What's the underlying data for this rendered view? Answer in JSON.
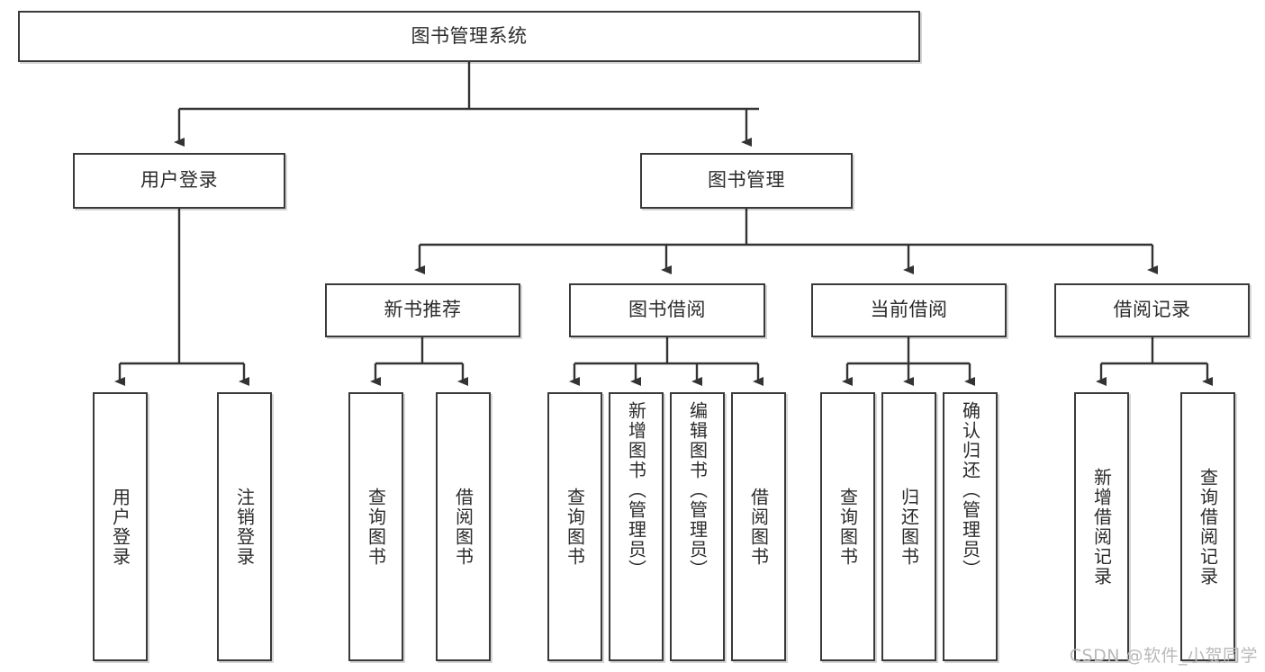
{
  "diagram": {
    "type": "tree-hierarchy",
    "root": {
      "id": "root",
      "label": "图书管理系统"
    },
    "level2": [
      {
        "id": "user-login",
        "label": "用户登录"
      },
      {
        "id": "book-manage",
        "label": "图书管理"
      }
    ],
    "level3": [
      {
        "id": "new-book-recommend",
        "label": "新书推荐"
      },
      {
        "id": "book-borrow",
        "label": "图书借阅"
      },
      {
        "id": "current-borrow",
        "label": "当前借阅"
      },
      {
        "id": "borrow-record",
        "label": "借阅记录"
      }
    ],
    "leaves": {
      "user_login": [
        {
          "id": "leaf-user-login",
          "label": "用户登录"
        },
        {
          "id": "leaf-logout",
          "label": "注销登录"
        }
      ],
      "new_book_recommend": [
        {
          "id": "leaf-query-book-1",
          "label": "查询图书"
        },
        {
          "id": "leaf-borrow-book-1",
          "label": "借阅图书"
        }
      ],
      "book_borrow": [
        {
          "id": "leaf-query-book-2",
          "label": "查询图书"
        },
        {
          "id": "leaf-add-book",
          "label": "新增图书（管理员）"
        },
        {
          "id": "leaf-edit-book",
          "label": "编辑图书（管理员）"
        },
        {
          "id": "leaf-borrow-book-2",
          "label": "借阅图书"
        }
      ],
      "current_borrow": [
        {
          "id": "leaf-query-book-3",
          "label": "查询图书"
        },
        {
          "id": "leaf-return-book",
          "label": "归还图书"
        },
        {
          "id": "leaf-confirm-return",
          "label": "确认归还（管理员）"
        }
      ],
      "borrow_record": [
        {
          "id": "leaf-add-record",
          "label": "新增借阅记录"
        },
        {
          "id": "leaf-query-record",
          "label": "查询借阅记录"
        }
      ]
    }
  },
  "watermark": {
    "text": "CSDN @软件_小贺同学"
  },
  "colors": {
    "border": "#3a3a3a",
    "text": "#2b2b2b",
    "background": "#ffffff",
    "watermark": "#b9b9b9"
  }
}
